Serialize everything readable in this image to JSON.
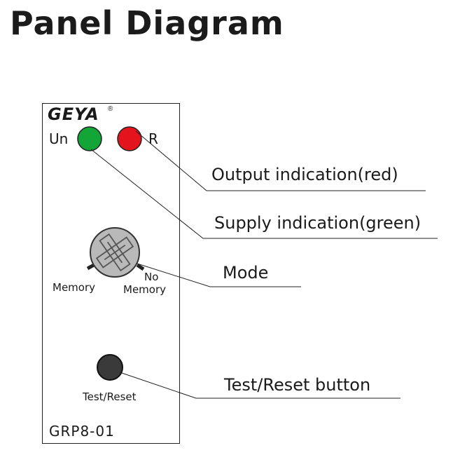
{
  "title": "Panel Diagram",
  "panel": {
    "logo": "GEYA",
    "registered_mark": "®",
    "un_label": "Un",
    "r_label": "R",
    "memory_label": "Memory",
    "no_label": "No",
    "no_memory_label": "Memory",
    "test_reset_label": "Test/Reset",
    "model": "GRP8-01"
  },
  "callouts": {
    "output": "Output indication(red)",
    "supply": "Supply indication(green)",
    "mode": "Mode",
    "button": "Test/Reset button"
  },
  "colors": {
    "green_led": "#13a538",
    "red_led": "#e4141c",
    "knob": "#b9b9b9",
    "button": "#3a3a3a"
  }
}
